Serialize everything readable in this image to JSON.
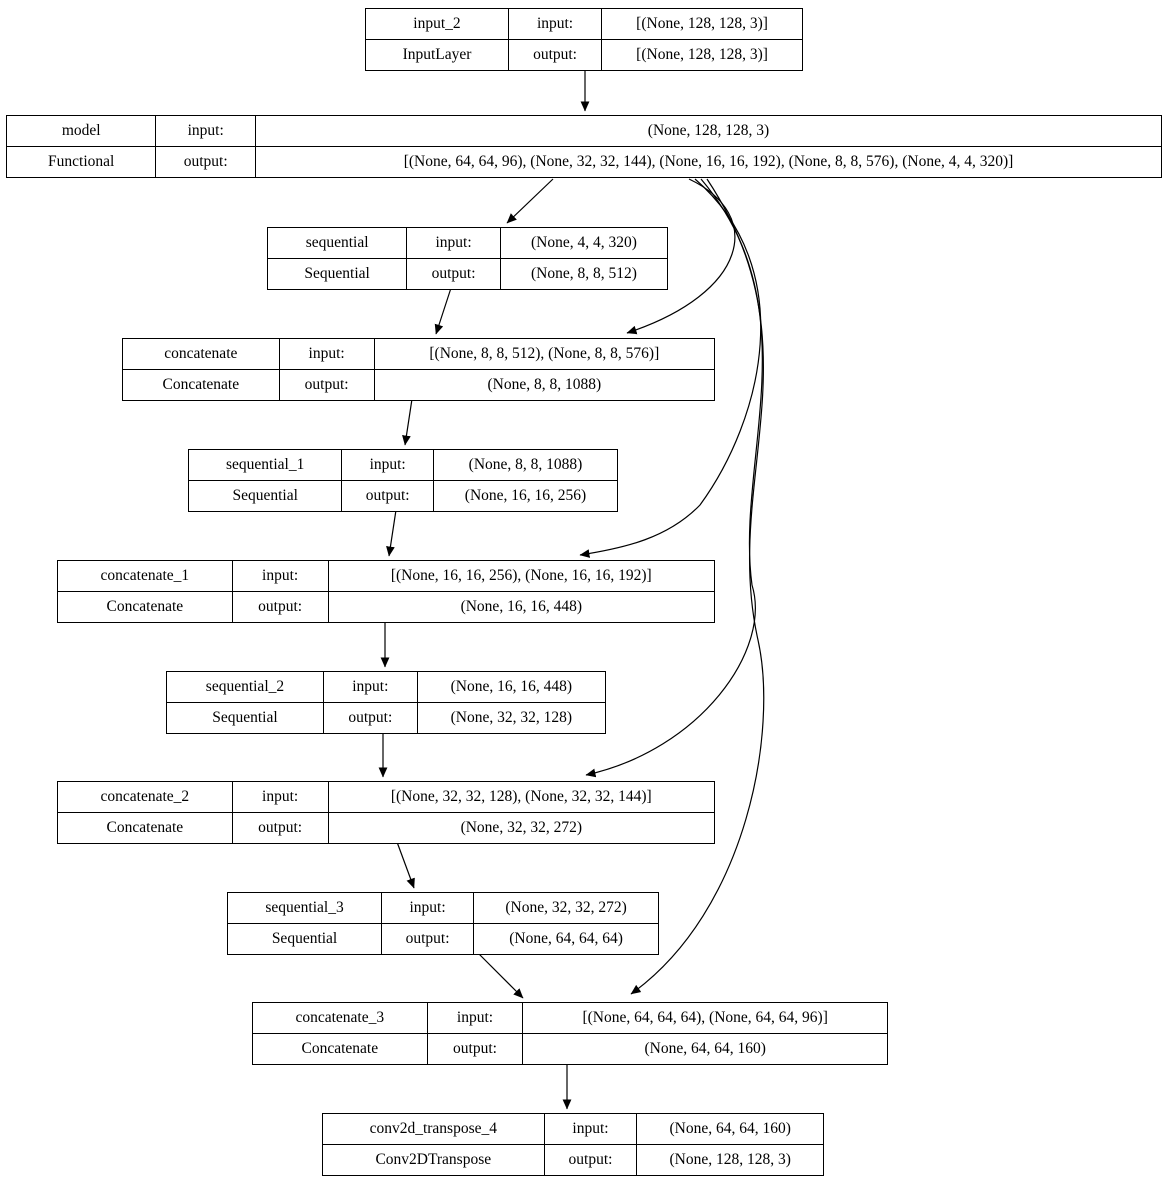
{
  "diagram": {
    "kind": "keras-model-architecture-graph",
    "labels": {
      "input": "input:",
      "output": "output:"
    },
    "colors": {
      "stroke": "#000000",
      "background": "#ffffff",
      "text": "#000000"
    },
    "nodes": [
      {
        "name": "input_2",
        "type": "InputLayer",
        "input": "[(None, 128, 128, 3)]",
        "output": "[(None, 128, 128, 3)]"
      },
      {
        "name": "model",
        "type": "Functional",
        "input": "(None, 128, 128, 3)",
        "output": "[(None, 64, 64, 96), (None, 32, 32, 144), (None, 16, 16, 192), (None, 8, 8, 576), (None, 4, 4, 320)]"
      },
      {
        "name": "sequential",
        "type": "Sequential",
        "input": "(None, 4, 4, 320)",
        "output": "(None, 8, 8, 512)"
      },
      {
        "name": "concatenate",
        "type": "Concatenate",
        "input": "[(None, 8, 8, 512), (None, 8, 8, 576)]",
        "output": "(None, 8, 8, 1088)"
      },
      {
        "name": "sequential_1",
        "type": "Sequential",
        "input": "(None, 8, 8, 1088)",
        "output": "(None, 16, 16, 256)"
      },
      {
        "name": "concatenate_1",
        "type": "Concatenate",
        "input": "[(None, 16, 16, 256), (None, 16, 16, 192)]",
        "output": "(None, 16, 16, 448)"
      },
      {
        "name": "sequential_2",
        "type": "Sequential",
        "input": "(None, 16, 16, 448)",
        "output": "(None, 32, 32, 128)"
      },
      {
        "name": "concatenate_2",
        "type": "Concatenate",
        "input": "[(None, 32, 32, 128), (None, 32, 32, 144)]",
        "output": "(None, 32, 32, 272)"
      },
      {
        "name": "sequential_3",
        "type": "Sequential",
        "input": "(None, 32, 32, 272)",
        "output": "(None, 64, 64, 64)"
      },
      {
        "name": "concatenate_3",
        "type": "Concatenate",
        "input": "[(None, 64, 64, 64), (None, 64, 64, 96)]",
        "output": "(None, 64, 64, 160)"
      },
      {
        "name": "conv2d_transpose_4",
        "type": "Conv2DTranspose",
        "input": "(None, 64, 64, 160)",
        "output": "(None, 128, 128, 3)"
      }
    ],
    "edges": [
      {
        "from": "input_2",
        "to": "model"
      },
      {
        "from": "model",
        "to": "sequential"
      },
      {
        "from": "model",
        "to": "concatenate"
      },
      {
        "from": "model",
        "to": "concatenate_1"
      },
      {
        "from": "model",
        "to": "concatenate_2"
      },
      {
        "from": "model",
        "to": "concatenate_3"
      },
      {
        "from": "sequential",
        "to": "concatenate"
      },
      {
        "from": "concatenate",
        "to": "sequential_1"
      },
      {
        "from": "sequential_1",
        "to": "concatenate_1"
      },
      {
        "from": "concatenate_1",
        "to": "sequential_2"
      },
      {
        "from": "sequential_2",
        "to": "concatenate_2"
      },
      {
        "from": "concatenate_2",
        "to": "sequential_3"
      },
      {
        "from": "sequential_3",
        "to": "concatenate_3"
      },
      {
        "from": "concatenate_3",
        "to": "conv2d_transpose_4"
      }
    ]
  }
}
